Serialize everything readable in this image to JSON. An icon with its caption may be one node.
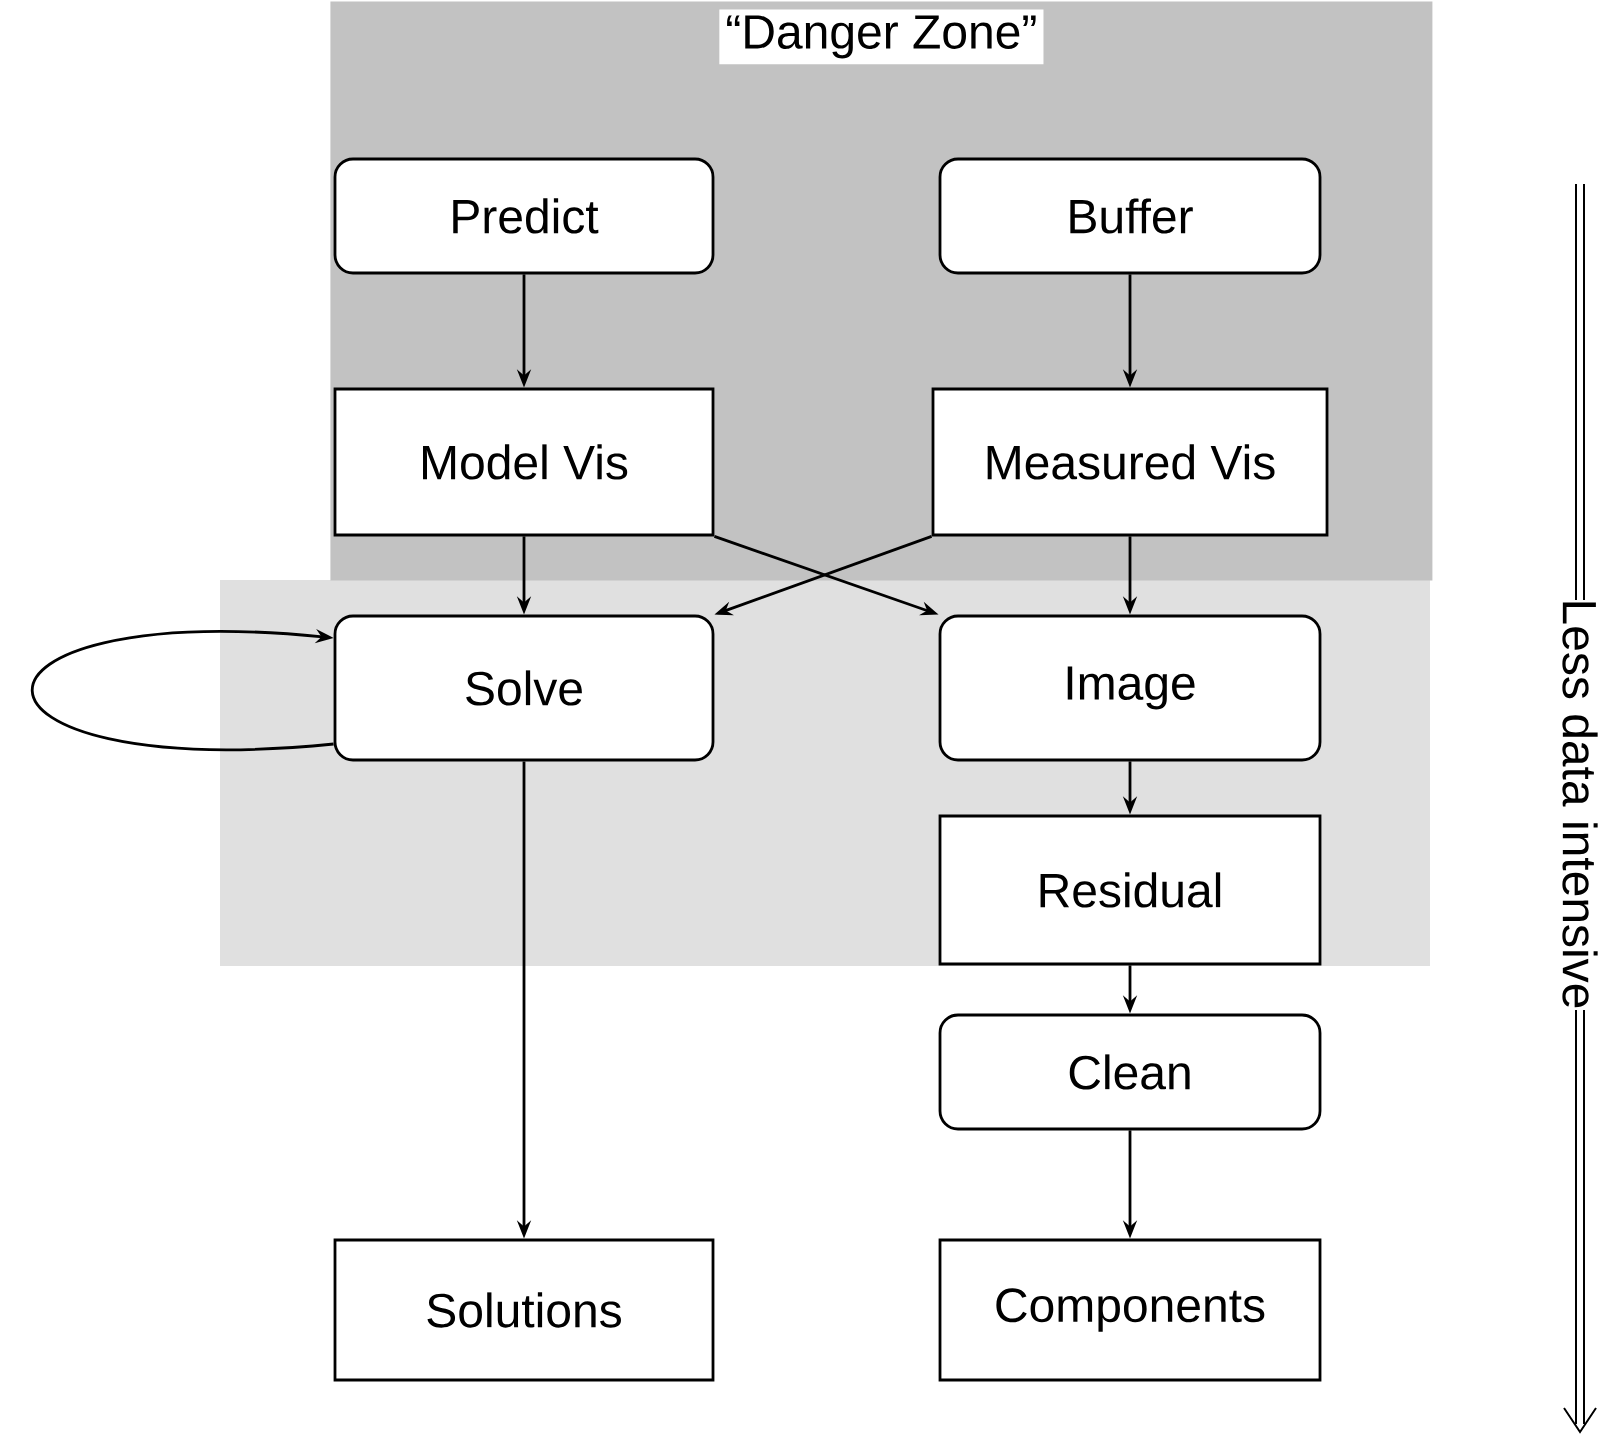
{
  "diagram": {
    "nodes": [
      {
        "text": [
          "“Danger Zone”"
        ]
      },
      {
        "text": [
          "Predict"
        ],
        "in": 0
      },
      {
        "text": [
          "Buffer"
        ],
        "in": 0
      },
      {
        "text": [
          "Model Vis"
        ],
        "in": 0
      },
      {
        "text": [
          "Measured Vis"
        ],
        "in": 0
      },
      {
        "text": [
          "Solve"
        ]
      },
      {
        "text": [
          "Image"
        ]
      },
      {
        "text": [
          "Residual"
        ]
      },
      {
        "text": [
          "Clean"
        ]
      },
      {
        "text": [
          "Solutions"
        ]
      },
      {
        "text": [
          "Components"
        ]
      }
    ],
    "edges": [
      {
        "from": 1,
        "to": 3,
        "arrow": "to"
      },
      {
        "from": 2,
        "to": 4,
        "arrow": "to"
      },
      {
        "from": 3,
        "to": 5,
        "arrow": "to"
      },
      {
        "from": 3,
        "to": 6,
        "arrow": "to"
      },
      {
        "from": 4,
        "to": 5,
        "arrow": "to"
      },
      {
        "from": 4,
        "to": 6,
        "arrow": "to"
      },
      {
        "from": 5,
        "to": 5,
        "arrow": "to"
      },
      {
        "from": 5,
        "to": 9,
        "arrow": "to"
      },
      {
        "from": 6,
        "to": 7,
        "arrow": "to"
      },
      {
        "from": 7,
        "to": 8,
        "arrow": "to"
      },
      {
        "from": 8,
        "to": 10,
        "arrow": "to"
      }
    ],
    "labels": [
      "Less data intensive"
    ]
  }
}
